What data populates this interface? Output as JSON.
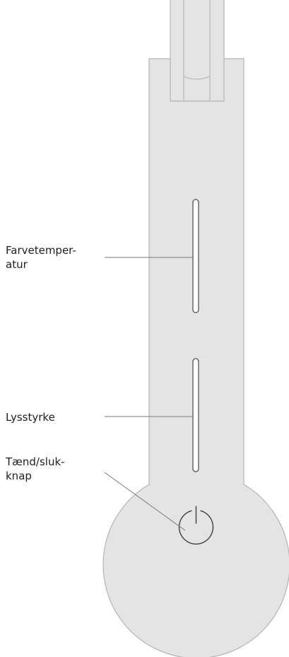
{
  "colors": {
    "device_fill": "#e4e4e4",
    "device_outline": "#b5b5b5",
    "slider_fill": "#ffffff",
    "slider_outline": "#555555",
    "leader_line": "#7a7a7a",
    "power_icon": "#333333",
    "label_text": "#1f1f1f"
  },
  "labels": {
    "color_temperature": "Farvetemper-\natur",
    "brightness": "Lysstyrke",
    "power_button": "Tænd/sluk-\nknap"
  },
  "icons": {
    "power": "power-icon"
  }
}
